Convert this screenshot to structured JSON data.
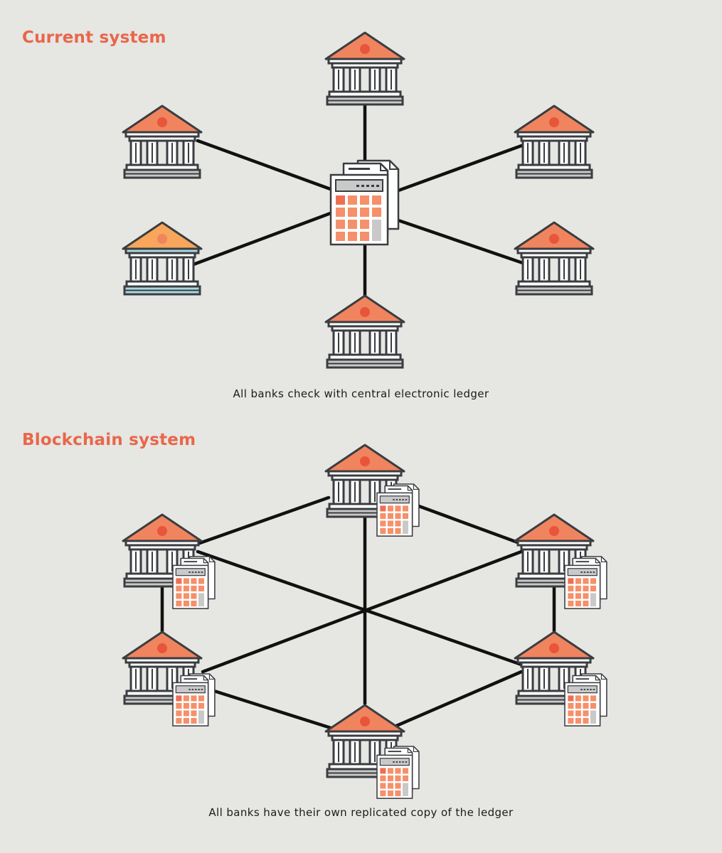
{
  "current_system": {
    "title": "Current system",
    "caption": "All banks check with central electronic ledger"
  },
  "blockchain_system": {
    "title": "Blockchain system",
    "caption": "All banks have their own replicated copy of the ledger"
  },
  "colors": {
    "background": "#e6e6e3",
    "accent": "#e8674a",
    "roof": "#f0845f",
    "roof_highlight": "#f7a65c",
    "outline": "#3a3d40",
    "column": "#ffffff",
    "base_gray": "#c9c9c9",
    "base_teal": "#a9d9e0",
    "calc_key": "#f5906a",
    "link": "#111111"
  },
  "icons": {
    "bank": "bank-icon",
    "ledger": "ledger-calculator-icon"
  }
}
